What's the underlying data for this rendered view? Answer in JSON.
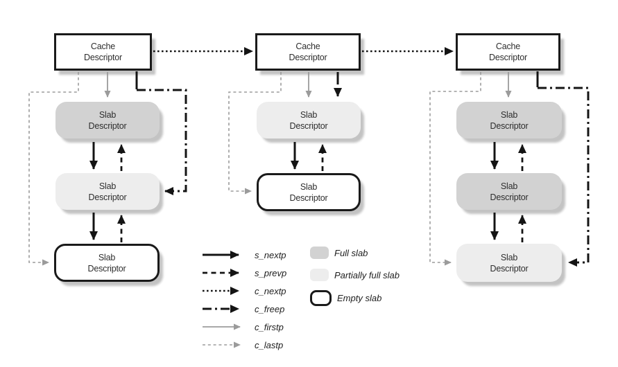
{
  "nodes": {
    "cache_label": "Cache\nDescriptor",
    "slab_label": "Slab\nDescriptor"
  },
  "columns": [
    {
      "cache": "Cache\nDescriptor",
      "slabs": [
        "full",
        "partial",
        "empty"
      ]
    },
    {
      "cache": "Cache\nDescriptor",
      "slabs": [
        "partial",
        "empty"
      ]
    },
    {
      "cache": "Cache\nDescriptor",
      "slabs": [
        "full",
        "full",
        "partial"
      ]
    }
  ],
  "legend": {
    "pointers": [
      {
        "label": "s_nextp",
        "style": "solid-black"
      },
      {
        "label": "s_prevp",
        "style": "dashed-black"
      },
      {
        "label": "c_nextp",
        "style": "dotted-black"
      },
      {
        "label": "c_freep",
        "style": "dashdot-black"
      },
      {
        "label": "c_firstp",
        "style": "solid-gray"
      },
      {
        "label": "c_lastp",
        "style": "dashed-gray"
      }
    ],
    "slab_types": [
      {
        "label": "Full slab",
        "type": "full"
      },
      {
        "label": "Partially full slab",
        "type": "partial"
      },
      {
        "label": "Empty slab",
        "type": "empty"
      }
    ]
  },
  "colors": {
    "full_slab": "#d2d2d2",
    "partial_slab": "#ededed",
    "empty_slab_bg": "#ffffff",
    "node_border": "#1a1a1a",
    "arrow_black": "#141414",
    "arrow_gray": "#9b9b9b",
    "shadow": "#c3c3c3",
    "background": "#ffffff"
  }
}
